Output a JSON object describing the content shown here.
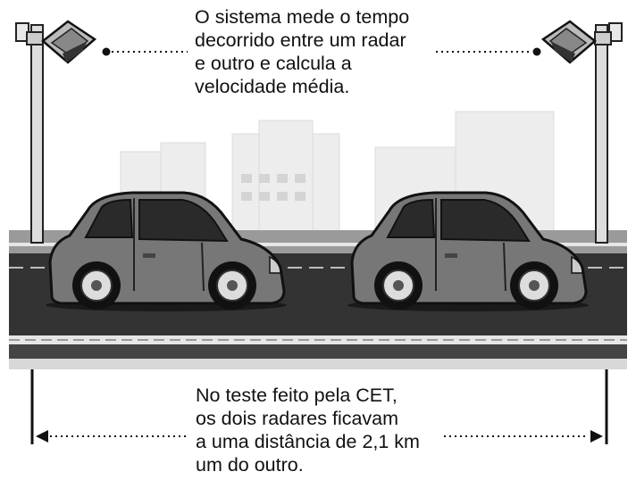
{
  "top_caption": {
    "lines": [
      "O sistema mede o tempo",
      "decorrido entre um radar",
      "e outro e calcula a",
      "velocidade média."
    ]
  },
  "bottom_caption": {
    "lines": [
      "No teste feito pela CET,",
      "os dois radares ficavam",
      "a uma distância de 2,1 km",
      "um do outro."
    ]
  },
  "colors": {
    "ink": "#111111",
    "car_body": "#777777",
    "car_window": "#2a2a2a",
    "road": "#333333",
    "pole": "#dddddd"
  }
}
